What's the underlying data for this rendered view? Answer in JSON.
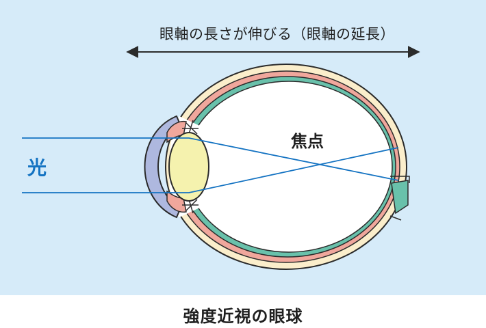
{
  "axial_length_label": "眼軸の長さが伸びる（眼軸の延長）",
  "light_label": "光",
  "focus_label": "焦点",
  "caption": "強度近視の眼球",
  "colors": {
    "background": "#d6ebf9",
    "sclera": "#fbeecb",
    "choroid": "#f0a79c",
    "retina": "#69c1ab",
    "cornea": "#aeb8df",
    "lens": "#f5f2ae",
    "light_ray": "#1473c2",
    "outline": "#2b2b2b"
  }
}
